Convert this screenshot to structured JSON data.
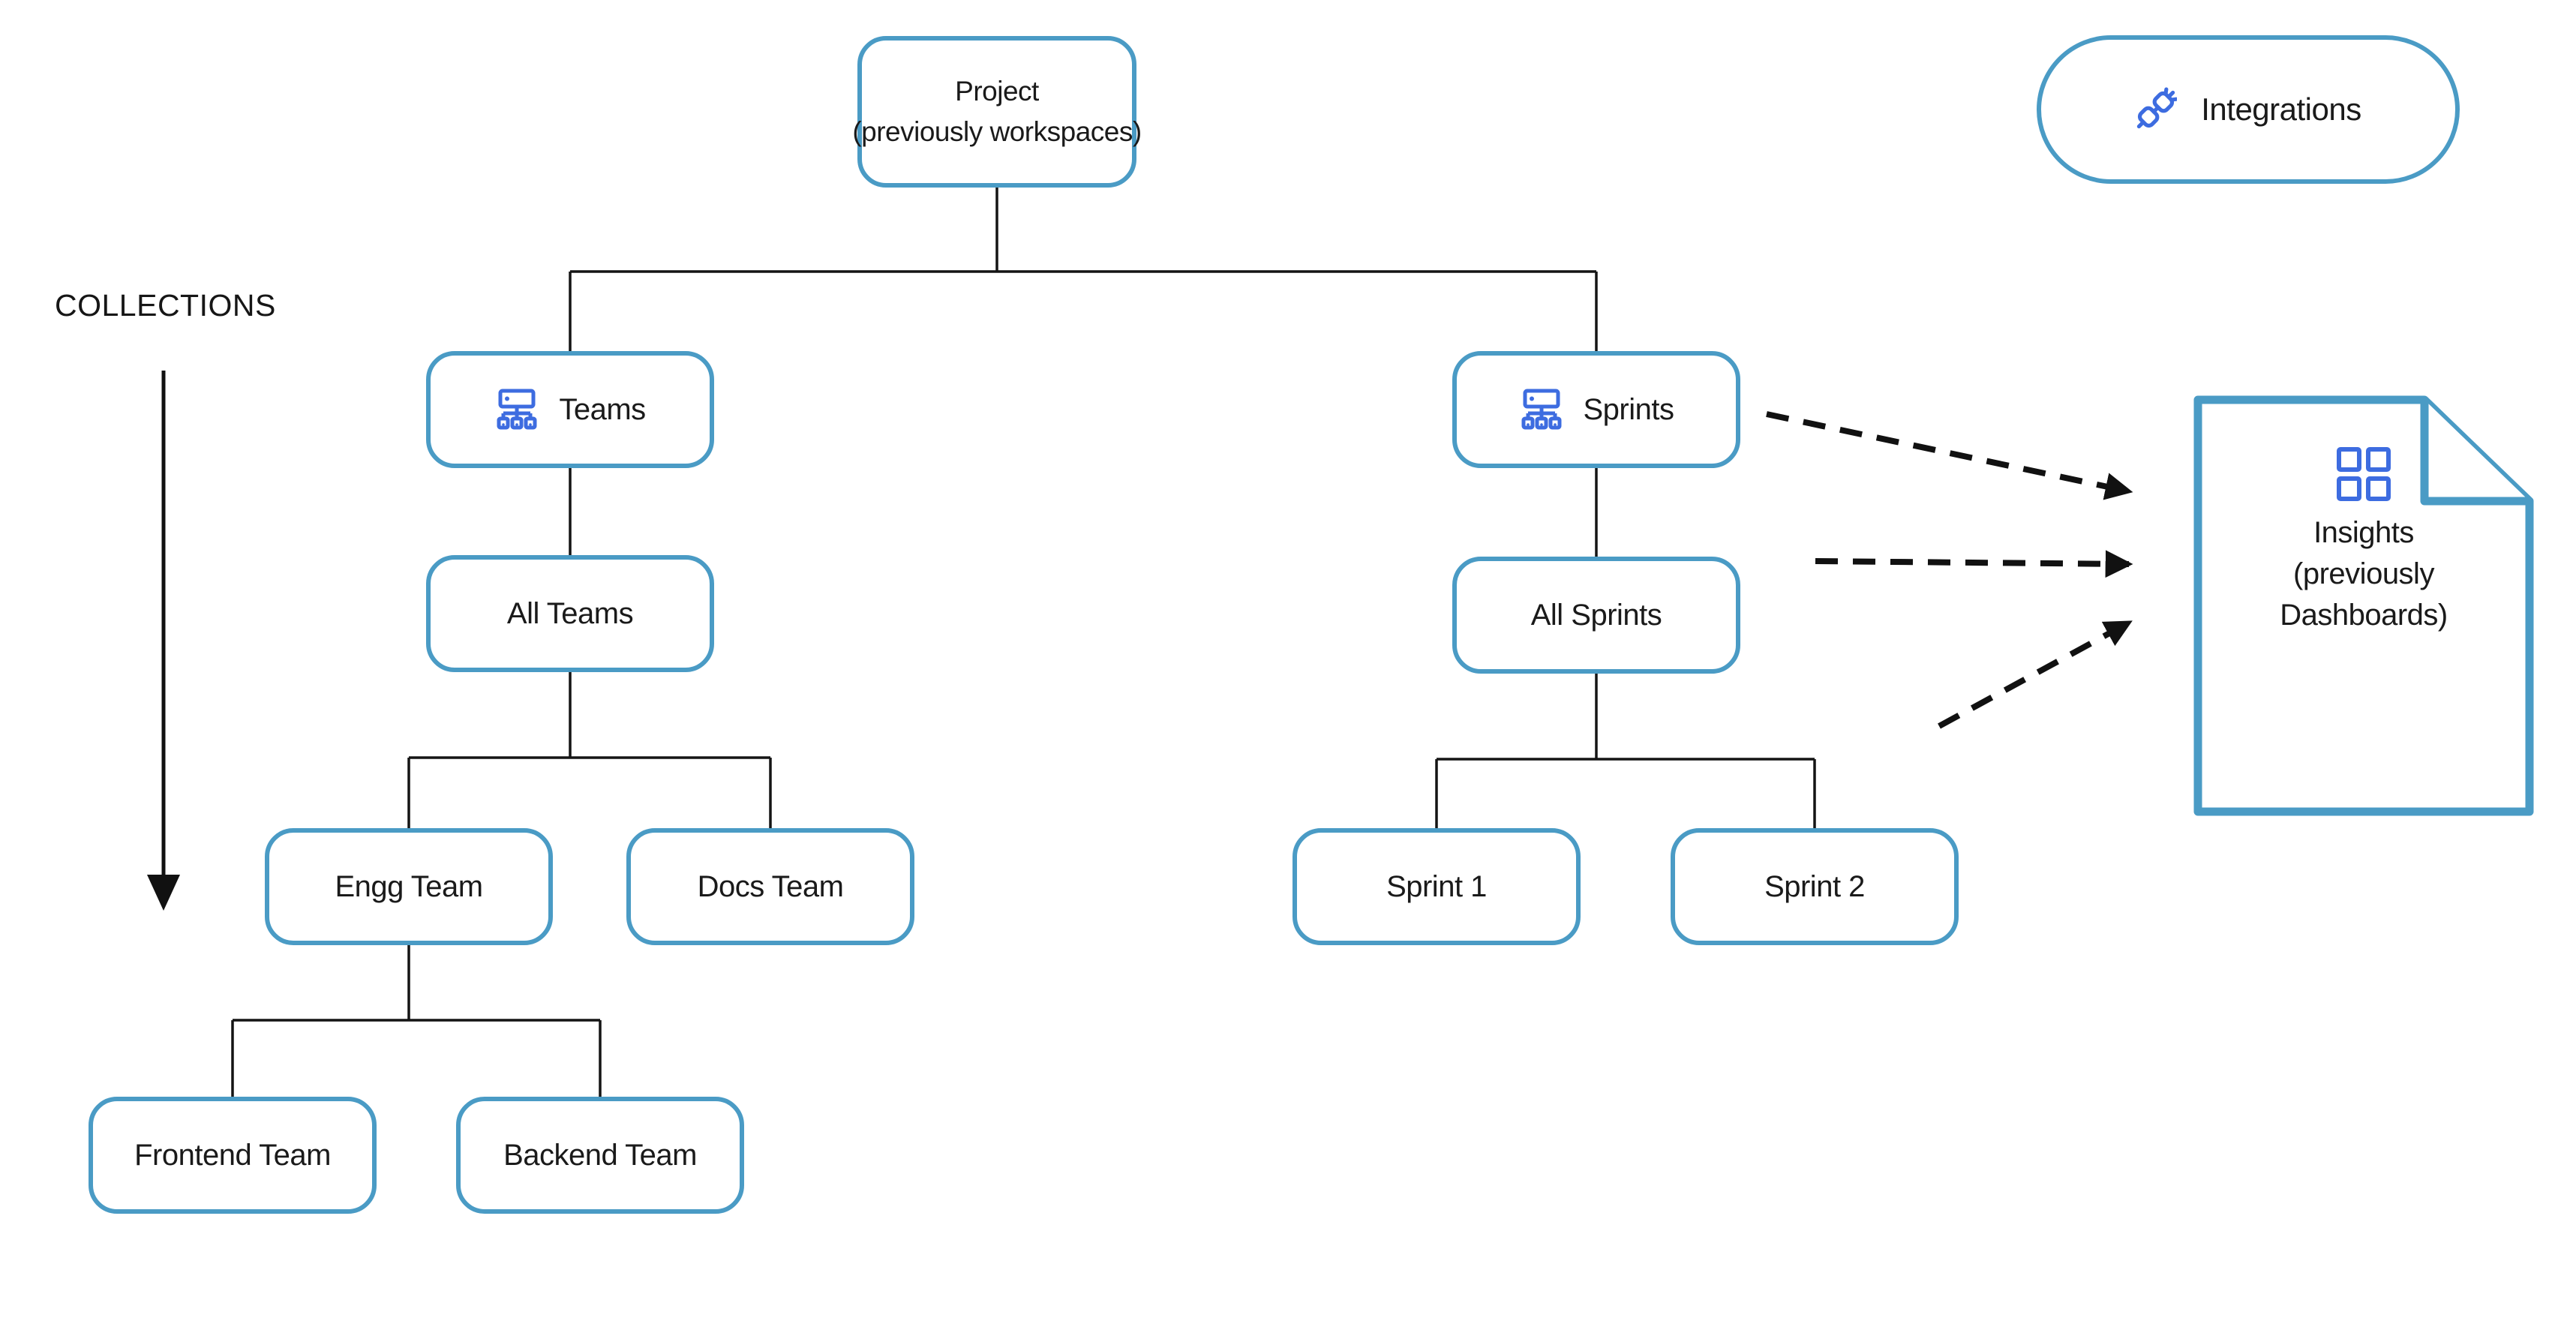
{
  "title": "Project hierarchy diagram",
  "colors": {
    "box_border": "#4a9bc5",
    "icon_blue": "#3d6ce0",
    "text": "#1a1a1a",
    "line": "#141414",
    "background": "#ffffff"
  },
  "collections": {
    "label": "COLLECTIONS"
  },
  "integrations": {
    "label": "Integrations",
    "icon": "plug-connection-icon"
  },
  "insights": {
    "icon": "dashboard-grid-icon",
    "line1": "Insights",
    "line2": "(previously",
    "line3": "Dashboards)"
  },
  "tree": {
    "project": {
      "line1": "Project",
      "line2": "(previously workspaces)"
    },
    "teams": {
      "label": "Teams",
      "icon": "org-chart-icon"
    },
    "sprints": {
      "label": "Sprints",
      "icon": "org-chart-icon"
    },
    "all_teams": {
      "label": "All Teams"
    },
    "all_sprints": {
      "label": "All Sprints"
    },
    "engg_team": {
      "label": "Engg Team"
    },
    "docs_team": {
      "label": "Docs Team"
    },
    "sprint_1": {
      "label": "Sprint 1"
    },
    "sprint_2": {
      "label": "Sprint 2"
    },
    "frontend_team": {
      "label": "Frontend Team"
    },
    "backend_team": {
      "label": "Backend Team"
    }
  }
}
